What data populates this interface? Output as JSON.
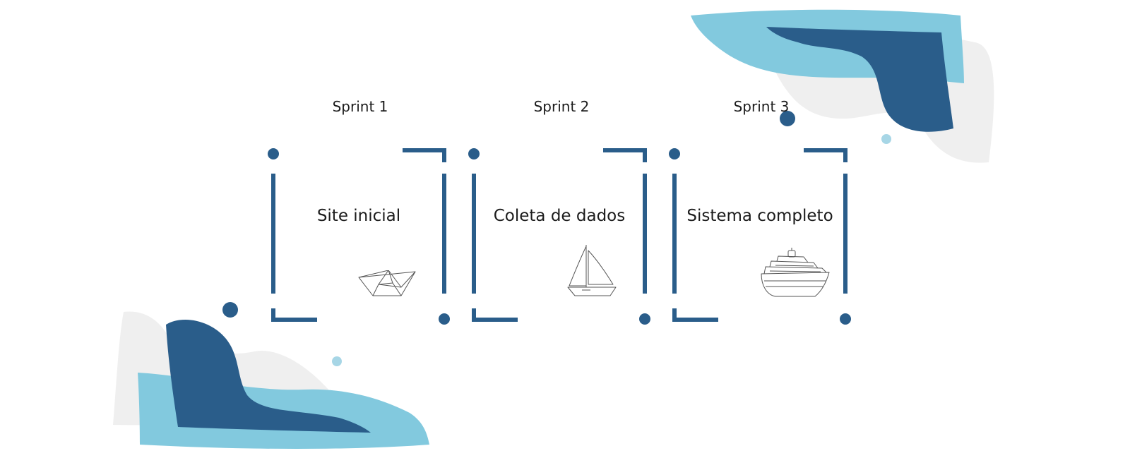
{
  "colors": {
    "dark_blue": "#2a5d8a",
    "light_blue": "#82c9de",
    "pale_blue": "#a7d6e6",
    "grey_blob": "#efefef",
    "text": "#1c1c1c"
  },
  "sprints": [
    {
      "label": "Sprint 1",
      "title": "Site inicial",
      "icon": "paper-boat-icon"
    },
    {
      "label": "Sprint 2",
      "title": "Coleta de dados",
      "icon": "sailboat-icon"
    },
    {
      "label": "Sprint 3",
      "title": "Sistema completo",
      "icon": "cruise-ship-icon"
    }
  ]
}
